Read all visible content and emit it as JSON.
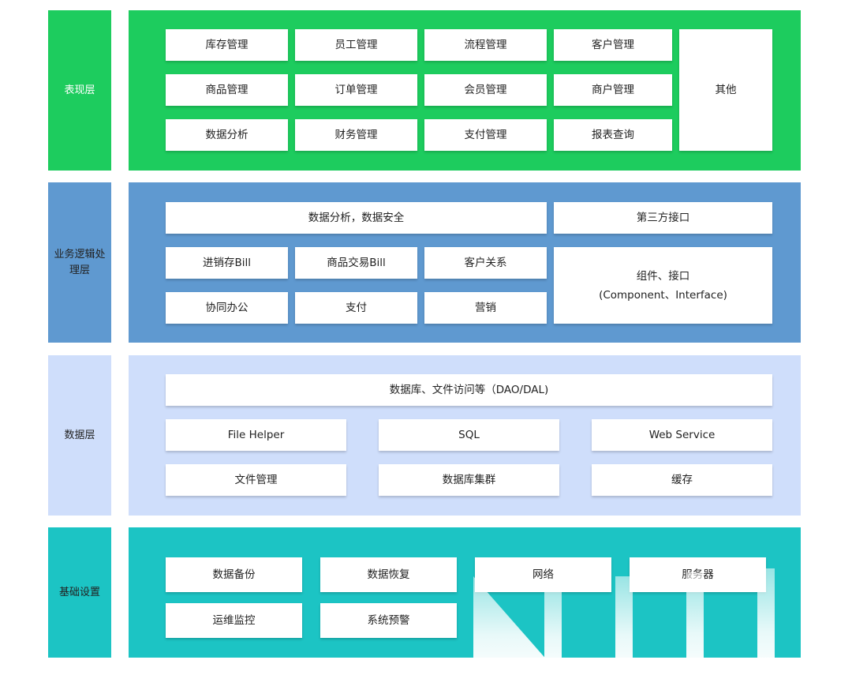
{
  "layers": {
    "presentation": {
      "label": "表现层",
      "items": [
        "库存管理",
        "员工管理",
        "流程管理",
        "客户管理",
        "商品管理",
        "订单管理",
        "会员管理",
        "商户管理",
        "数据分析",
        "财务管理",
        "支付管理",
        "报表查询"
      ],
      "other": "其他",
      "color": "#1dcc5e"
    },
    "business": {
      "label_line1": "业务逻辑处",
      "label_line2": "理层",
      "wide": "数据分析，数据安全",
      "third_party": "第三方接口",
      "items": [
        "进销存Bill",
        "商品交易Bill",
        "客户关系",
        "协同办公",
        "支付",
        "营销"
      ],
      "component_line1": "组件、接口",
      "component_line2": "(Component、Interface)",
      "color": "#5f99d0"
    },
    "data": {
      "label": "数据层",
      "wide": "数据库、文件访问等（DAO/DAL)",
      "items": [
        "File Helper",
        "SQL",
        "Web Service",
        "文件管理",
        "数据库集群",
        "缓存"
      ],
      "color": "#cfdefb"
    },
    "infra": {
      "label": "基础设置",
      "items": [
        "数据备份",
        "数据恢复",
        "网络",
        "服务器",
        "运维监控",
        "系统预警"
      ],
      "color": "#1cc4c4"
    }
  }
}
